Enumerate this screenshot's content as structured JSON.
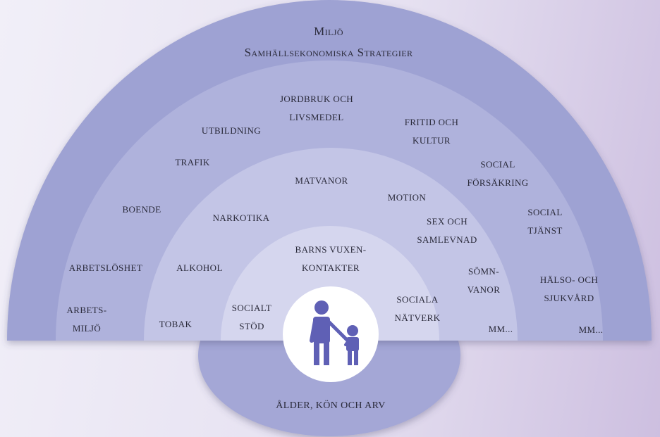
{
  "outer": {
    "line1": "Miljö",
    "line2": "Samhällsekonomiska Strategier"
  },
  "ring2": {
    "boende": "BOENDE",
    "arbetsloshet": "ARBETSLÖSHET",
    "arbetsmiljo": "ARBETS-\nMILJÖ",
    "trafik": "TRAFIK",
    "utbildning": "UTBILDNING",
    "jordbruk": "JORDBRUK OCH\nLIVSMEDEL",
    "fritid": "FRITID OCH\nKULTUR",
    "social_forsakring": "SOCIAL\nFÖRSÄKRING",
    "social_tjanst": "SOCIAL\nTJÄNST",
    "halso": "HÄLSO- OCH\nSJUKVÅRD",
    "mm": "MM..."
  },
  "ring3": {
    "narkotika": "NARKOTIKA",
    "matvanor": "MATVANOR",
    "motion": "MOTION",
    "sex": "SEX OCH\nSAMLEVNAD",
    "alkohol": "ALKOHOL",
    "tobak": "TOBAK",
    "somnvanor": "SÖMN-\nVANOR",
    "mm": "MM..."
  },
  "ring4": {
    "barns": "BARNS VUXEN-\nKONTAKTER",
    "socialt_stod": "SOCIALT\nSTÖD",
    "sociala_natverk": "SOCIALA\nNÄTVERK"
  },
  "core": {
    "bottom": "ÅLDER, KÖN OCH ARV",
    "icon": "parent-child-icon"
  },
  "colors": {
    "outer_ring": "#9ea2d3",
    "ring2": "#afb2dc",
    "ring3": "#c3c5e6",
    "ring4": "#d5d6ee",
    "center": "#ffffff",
    "bottom_bulb": "#a4a7d6",
    "figure": "#5f60b5"
  }
}
